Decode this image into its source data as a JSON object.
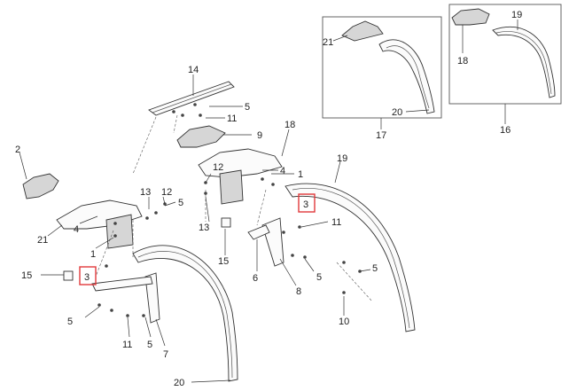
{
  "labels": {
    "c2": "2",
    "c14": "14",
    "c5a": "5",
    "c11a": "11",
    "c9": "9",
    "c18": "18",
    "c4a": "4",
    "c1a": "1",
    "c12a": "12",
    "c19": "19",
    "c13a": "13",
    "c12b": "12",
    "c5b": "5",
    "c3a": "3",
    "c21a": "21",
    "c4b": "4",
    "c1b": "1",
    "c13b": "13",
    "c11b": "11",
    "c15a": "15",
    "c6": "6",
    "c8": "8",
    "c5c": "5",
    "c5d": "5",
    "c15b": "15",
    "c3b": "3",
    "c5e": "5",
    "c11c": "11",
    "c5f": "5",
    "c7": "7",
    "c10": "10",
    "c20a": "20",
    "c21b": "21",
    "c20b": "20",
    "c17": "17",
    "c18b": "18",
    "c19b": "19",
    "c16": "16"
  },
  "colors": {
    "highlight": "#e0393b",
    "line": "#333333",
    "shade": "#d6d6d6"
  }
}
